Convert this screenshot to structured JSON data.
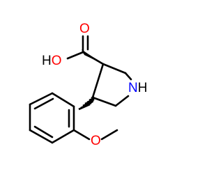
{
  "molecule": {
    "atoms": {
      "oxygen_carbonyl": "O",
      "hydroxyl": "HO",
      "amine": "NH",
      "methoxy_oxygen": "O"
    },
    "colors": {
      "bond": "#000000",
      "oxygen": "#ff0000",
      "nitrogen": "#0000ff",
      "hydrogen_in_label": "#000000"
    }
  }
}
